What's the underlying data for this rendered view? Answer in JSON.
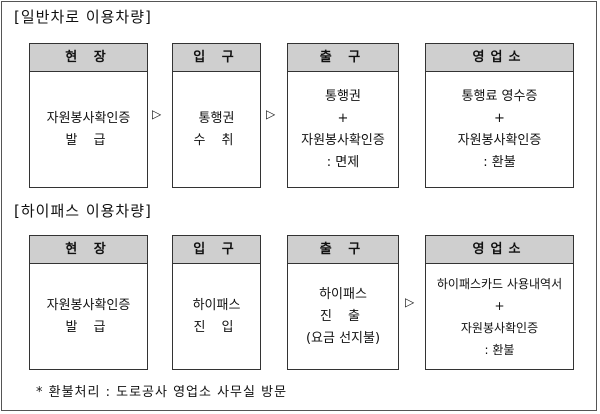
{
  "general": {
    "title": "[일반차로 이용차량]",
    "boxes": [
      {
        "head": "현 장",
        "lines": [
          "자원봉사확인증",
          "발  급"
        ]
      },
      {
        "head": "입 구",
        "lines": [
          "통행권",
          "수  취"
        ]
      },
      {
        "head": "출 구",
        "lines": [
          "통행권",
          "+",
          "자원봉사확인증",
          ": 면제"
        ]
      },
      {
        "head": "영업소",
        "lines": [
          "통행료 영수증",
          "+",
          "자원봉사확인증",
          ": 환불"
        ]
      }
    ]
  },
  "hipass": {
    "title": "[하이패스 이용차량]",
    "boxes": [
      {
        "head": "현 장",
        "lines": [
          "자원봉사확인증",
          "발  급"
        ]
      },
      {
        "head": "입 구",
        "lines": [
          "하이패스",
          "진  입"
        ]
      },
      {
        "head": "출 구",
        "lines": [
          "하이패스",
          "진  출",
          "(요금 선지불)"
        ]
      },
      {
        "head": "영업소",
        "lines": [
          "하이패스카드 사용내역서",
          "+",
          "자원봉사확인증",
          ": 환불"
        ]
      }
    ]
  },
  "arrow_glyph": "▷",
  "footnote": "* 환불처리 : 도로공사 영업소 사무실 방문"
}
